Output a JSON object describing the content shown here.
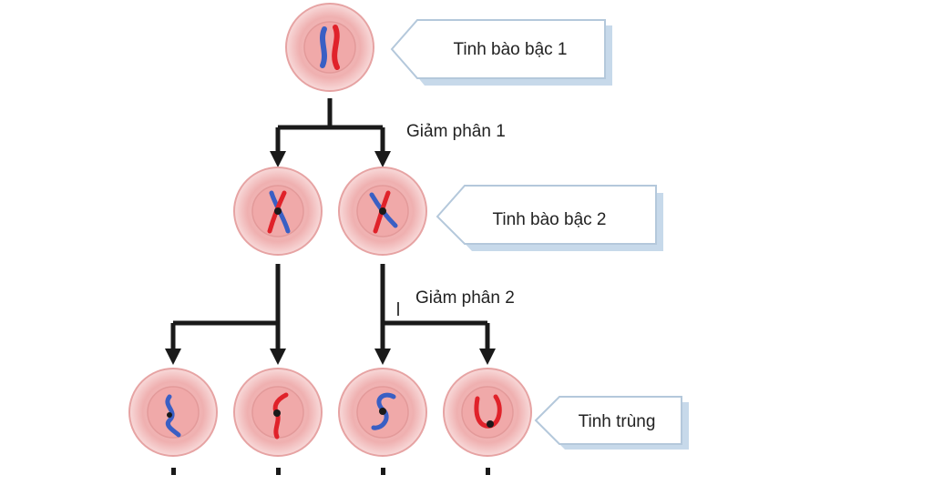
{
  "labels": {
    "primary_spermatocyte": "Tinh bào bậc 1",
    "meiosis_1": "Giảm phân 1",
    "secondary_spermatocyte": "Tinh bào bậc 2",
    "meiosis_2": "Giảm phân 2",
    "sperm": "Tinh trùng"
  },
  "colors": {
    "cell_fill": "#f2b9b9",
    "cell_rim": "#f7d2d2",
    "cell_outline": "#d98c8c",
    "chromosome_red": "#e0222a",
    "chromosome_blue": "#3a5fc4",
    "connector": "#1a1a1a",
    "callout_fill": "#ffffff",
    "callout_shadow": "#c7d9ea",
    "callout_outline": "#b4c8db"
  }
}
